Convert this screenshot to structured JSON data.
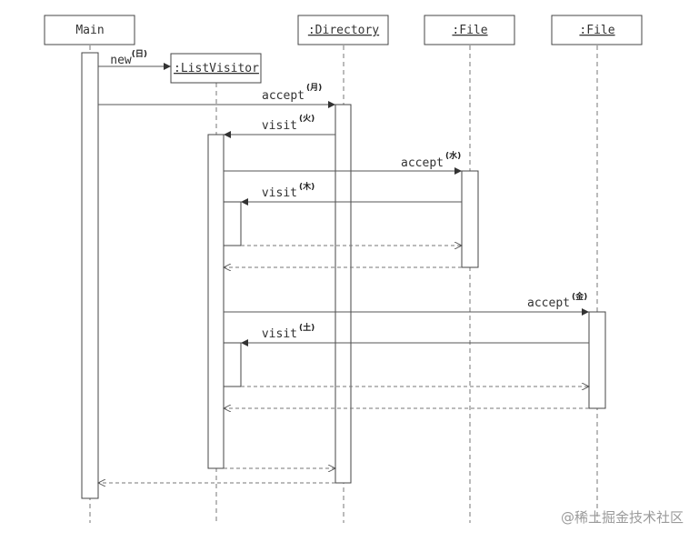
{
  "participants": [
    {
      "id": "main",
      "label": "Main",
      "underline": false
    },
    {
      "id": "listvisitor",
      "label": ":ListVisitor",
      "underline": true
    },
    {
      "id": "directory",
      "label": ":Directory",
      "underline": true
    },
    {
      "id": "file1",
      "label": ":File",
      "underline": true
    },
    {
      "id": "file2",
      "label": ":File",
      "underline": true
    }
  ],
  "messages": [
    {
      "id": "new",
      "label": "new",
      "sup": "(日)",
      "kind": "create"
    },
    {
      "id": "accept-directory",
      "label": "accept",
      "sup": "(月)",
      "kind": "call"
    },
    {
      "id": "visit-directory",
      "label": "visit",
      "sup": "(火)",
      "kind": "call"
    },
    {
      "id": "accept-file1",
      "label": "accept",
      "sup": "(水)",
      "kind": "call"
    },
    {
      "id": "visit-file1",
      "label": "visit",
      "sup": "(木)",
      "kind": "call"
    },
    {
      "id": "accept-file2",
      "label": "accept",
      "sup": "(金)",
      "kind": "call"
    },
    {
      "id": "visit-file2",
      "label": "visit",
      "sup": "(土)",
      "kind": "call"
    }
  ],
  "watermark": "@稀土掘金技术社区",
  "colors": {
    "line": "#555555",
    "text": "#333333",
    "watermark": "#9a9a9a"
  }
}
